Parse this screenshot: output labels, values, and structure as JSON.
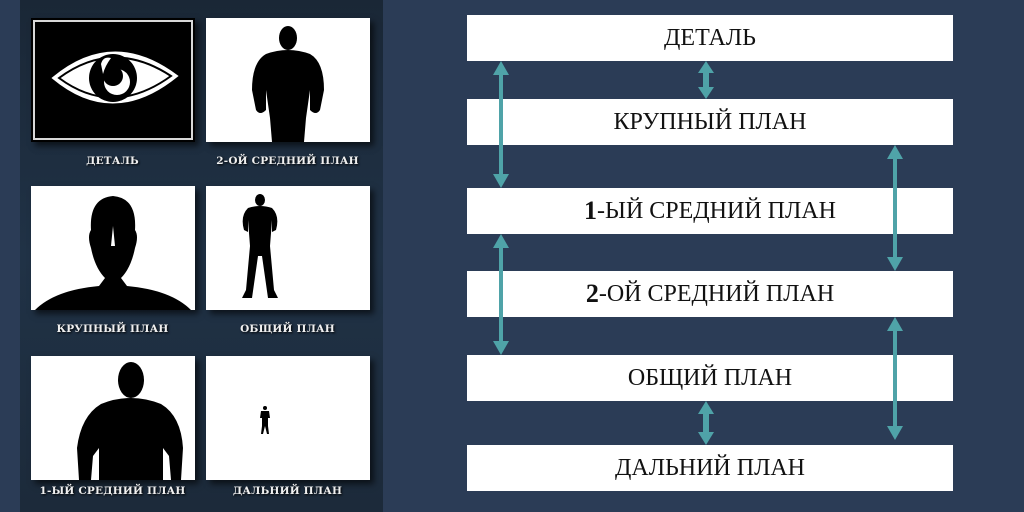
{
  "left_panel": {
    "tiles": [
      {
        "label": "ДЕТАЛЬ",
        "image": "eye-closeup"
      },
      {
        "label": "2-ОЙ СРЕДНИЙ ПЛАН",
        "image": "man-from-thighs-up"
      },
      {
        "label": "КРУПНЫЙ  ПЛАН",
        "image": "head-and-shoulders"
      },
      {
        "label": "ОБЩИЙ ПЛАН",
        "image": "full-body-man"
      },
      {
        "label": "1-ЫЙ СРЕДНИЙ ПЛАН",
        "image": "man-from-waist-up"
      },
      {
        "label": "ДАЛЬНИЙ ПЛАН",
        "image": "tiny-distant-man"
      }
    ]
  },
  "diagram": {
    "boxes": [
      {
        "prefix": "",
        "text": "ДЕТАЛЬ"
      },
      {
        "prefix": "",
        "text": "КРУПНЫЙ ПЛАН"
      },
      {
        "prefix": "1",
        "text": "-ЫЙ СРЕДНИЙ ПЛАН"
      },
      {
        "prefix": "2",
        "text": "-ОЙ СРЕДНИЙ ПЛАН"
      },
      {
        "prefix": "",
        "text": "ОБЩИЙ ПЛАН"
      },
      {
        "prefix": "",
        "text": "ДАЛЬНИЙ ПЛАН"
      }
    ],
    "arrows": [
      {
        "from": "ДЕТАЛЬ",
        "to": "КРУПНЫЙ ПЛАН",
        "type": "double"
      },
      {
        "from": "ДЕТАЛЬ",
        "to": "1-ЫЙ СРЕДНИЙ ПЛАН",
        "type": "double"
      },
      {
        "from": "КРУПНЫЙ ПЛАН",
        "to": "2-ОЙ СРЕДНИЙ ПЛАН",
        "type": "double"
      },
      {
        "from": "1-ЫЙ СРЕДНИЙ ПЛАН",
        "to": "ОБЩИЙ ПЛАН",
        "type": "double"
      },
      {
        "from": "2-ОЙ СРЕДНИЙ ПЛАН",
        "to": "ДАЛЬНИЙ ПЛАН",
        "type": "double"
      },
      {
        "from": "ОБЩИЙ ПЛАН",
        "to": "ДАЛЬНИЙ ПЛАН",
        "type": "double"
      }
    ]
  },
  "colors": {
    "background": "#2b3c56",
    "arrow": "#4fa3a8",
    "box": "#ffffff",
    "text": "#111111"
  }
}
